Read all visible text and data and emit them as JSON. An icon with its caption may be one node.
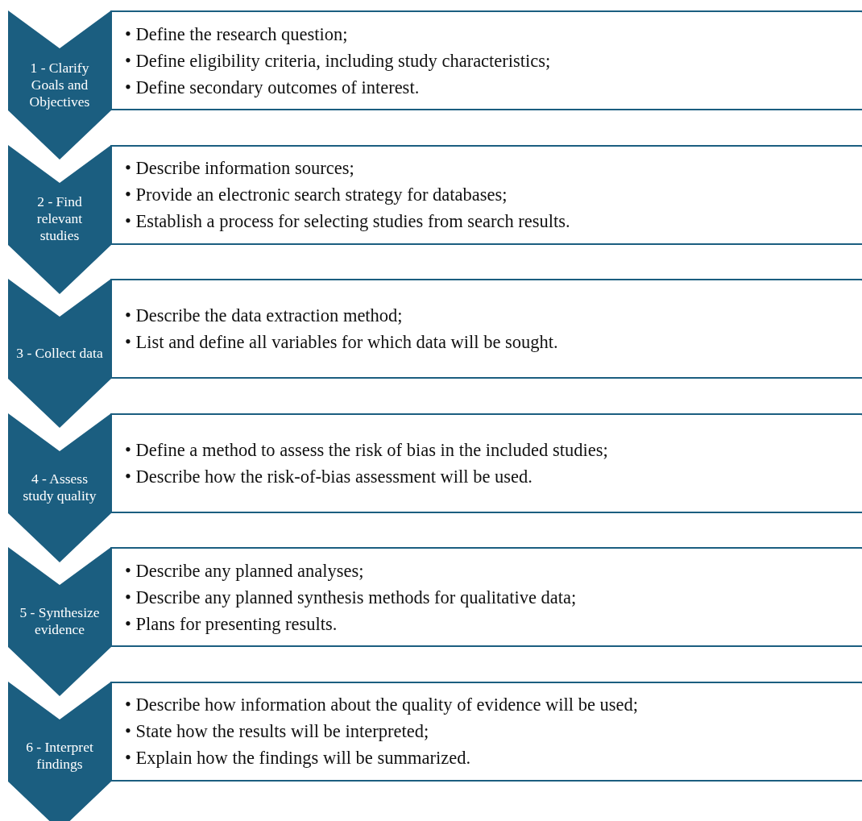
{
  "diagram": {
    "nodes": [
      {
        "text": [
          "1 - Clarify Goals and Objectives"
        ]
      },
      {
        "text": [
          "• Define the research question;",
          "• Define eligibility criteria, including study characteristics;",
          "• Define secondary outcomes of interest."
        ]
      },
      {
        "text": [
          "2 - Find relevant studies"
        ]
      },
      {
        "text": [
          "• Describe information sources;",
          "• Provide an electronic search strategy for databases;",
          "• Establish a process for selecting studies from search results."
        ]
      },
      {
        "text": [
          "3 - Collect data"
        ]
      },
      {
        "text": [
          "• Describe the data extraction method;",
          "• List and define all variables for which data will be sought."
        ]
      },
      {
        "text": [
          "4 - Assess study quality"
        ]
      },
      {
        "text": [
          "• Define a method to assess the risk of bias in the included studies;",
          "• Describe how the risk-of-bias assessment will be used."
        ]
      },
      {
        "text": [
          "5 - Synthesize evidence"
        ]
      },
      {
        "text": [
          "• Describe any planned analyses;",
          "• Describe any planned synthesis methods for qualitative data;",
          "• Plans for presenting results."
        ]
      },
      {
        "text": [
          "6 - Interpret findings"
        ]
      },
      {
        "text": [
          "• Describe how information about the quality of evidence will be used;",
          "• State how the results will be interpreted;",
          "• Explain how the findings will be summarized."
        ]
      }
    ]
  }
}
